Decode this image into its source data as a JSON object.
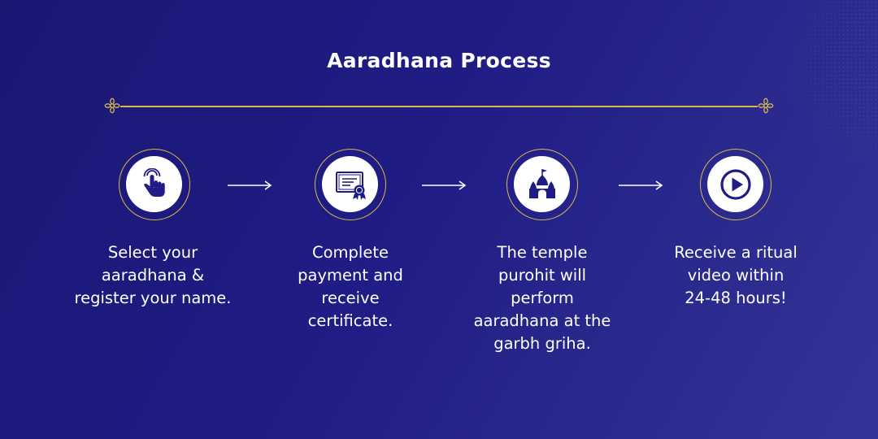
{
  "title": "Aaradhana Process",
  "colors": {
    "background_start": "#1a1873",
    "background_end": "#333399",
    "accent_gold": "#d9b84a",
    "icon_fill": "#1f1c85"
  },
  "steps": [
    {
      "icon": "hand-pointer-icon",
      "lines": [
        "Select your",
        "aaradhana &",
        "register your name."
      ]
    },
    {
      "icon": "certificate-icon",
      "lines": [
        "Complete",
        "payment and",
        "receive",
        "certificate."
      ]
    },
    {
      "icon": "temple-icon",
      "lines": [
        "The temple",
        "purohit will",
        "perform",
        "aaradhana at the",
        "garbh griha."
      ]
    },
    {
      "icon": "play-icon",
      "lines": [
        "Receive a ritual",
        "video within",
        "24-48 hours!"
      ]
    }
  ]
}
